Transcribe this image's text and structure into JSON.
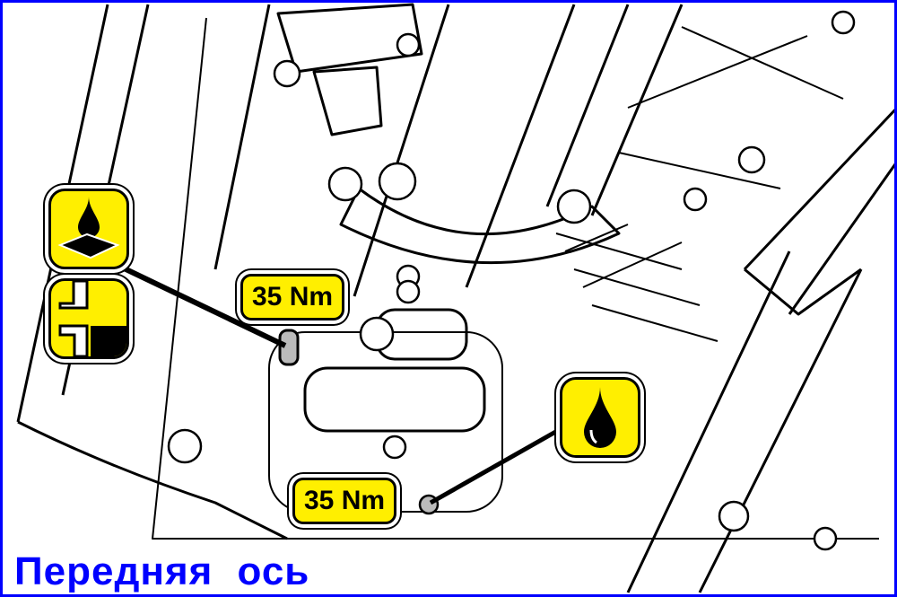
{
  "caption": "Передняя  ось",
  "torque_labels": [
    "35 Nm",
    "35 Nm"
  ],
  "icons": [
    "oil-seal-lubricate-icon",
    "fluid-level-fill-icon",
    "oil-drop-icon"
  ],
  "colors": {
    "frame": "#0000ff",
    "caption": "#0000ff",
    "label_fill": "#ffef00"
  }
}
